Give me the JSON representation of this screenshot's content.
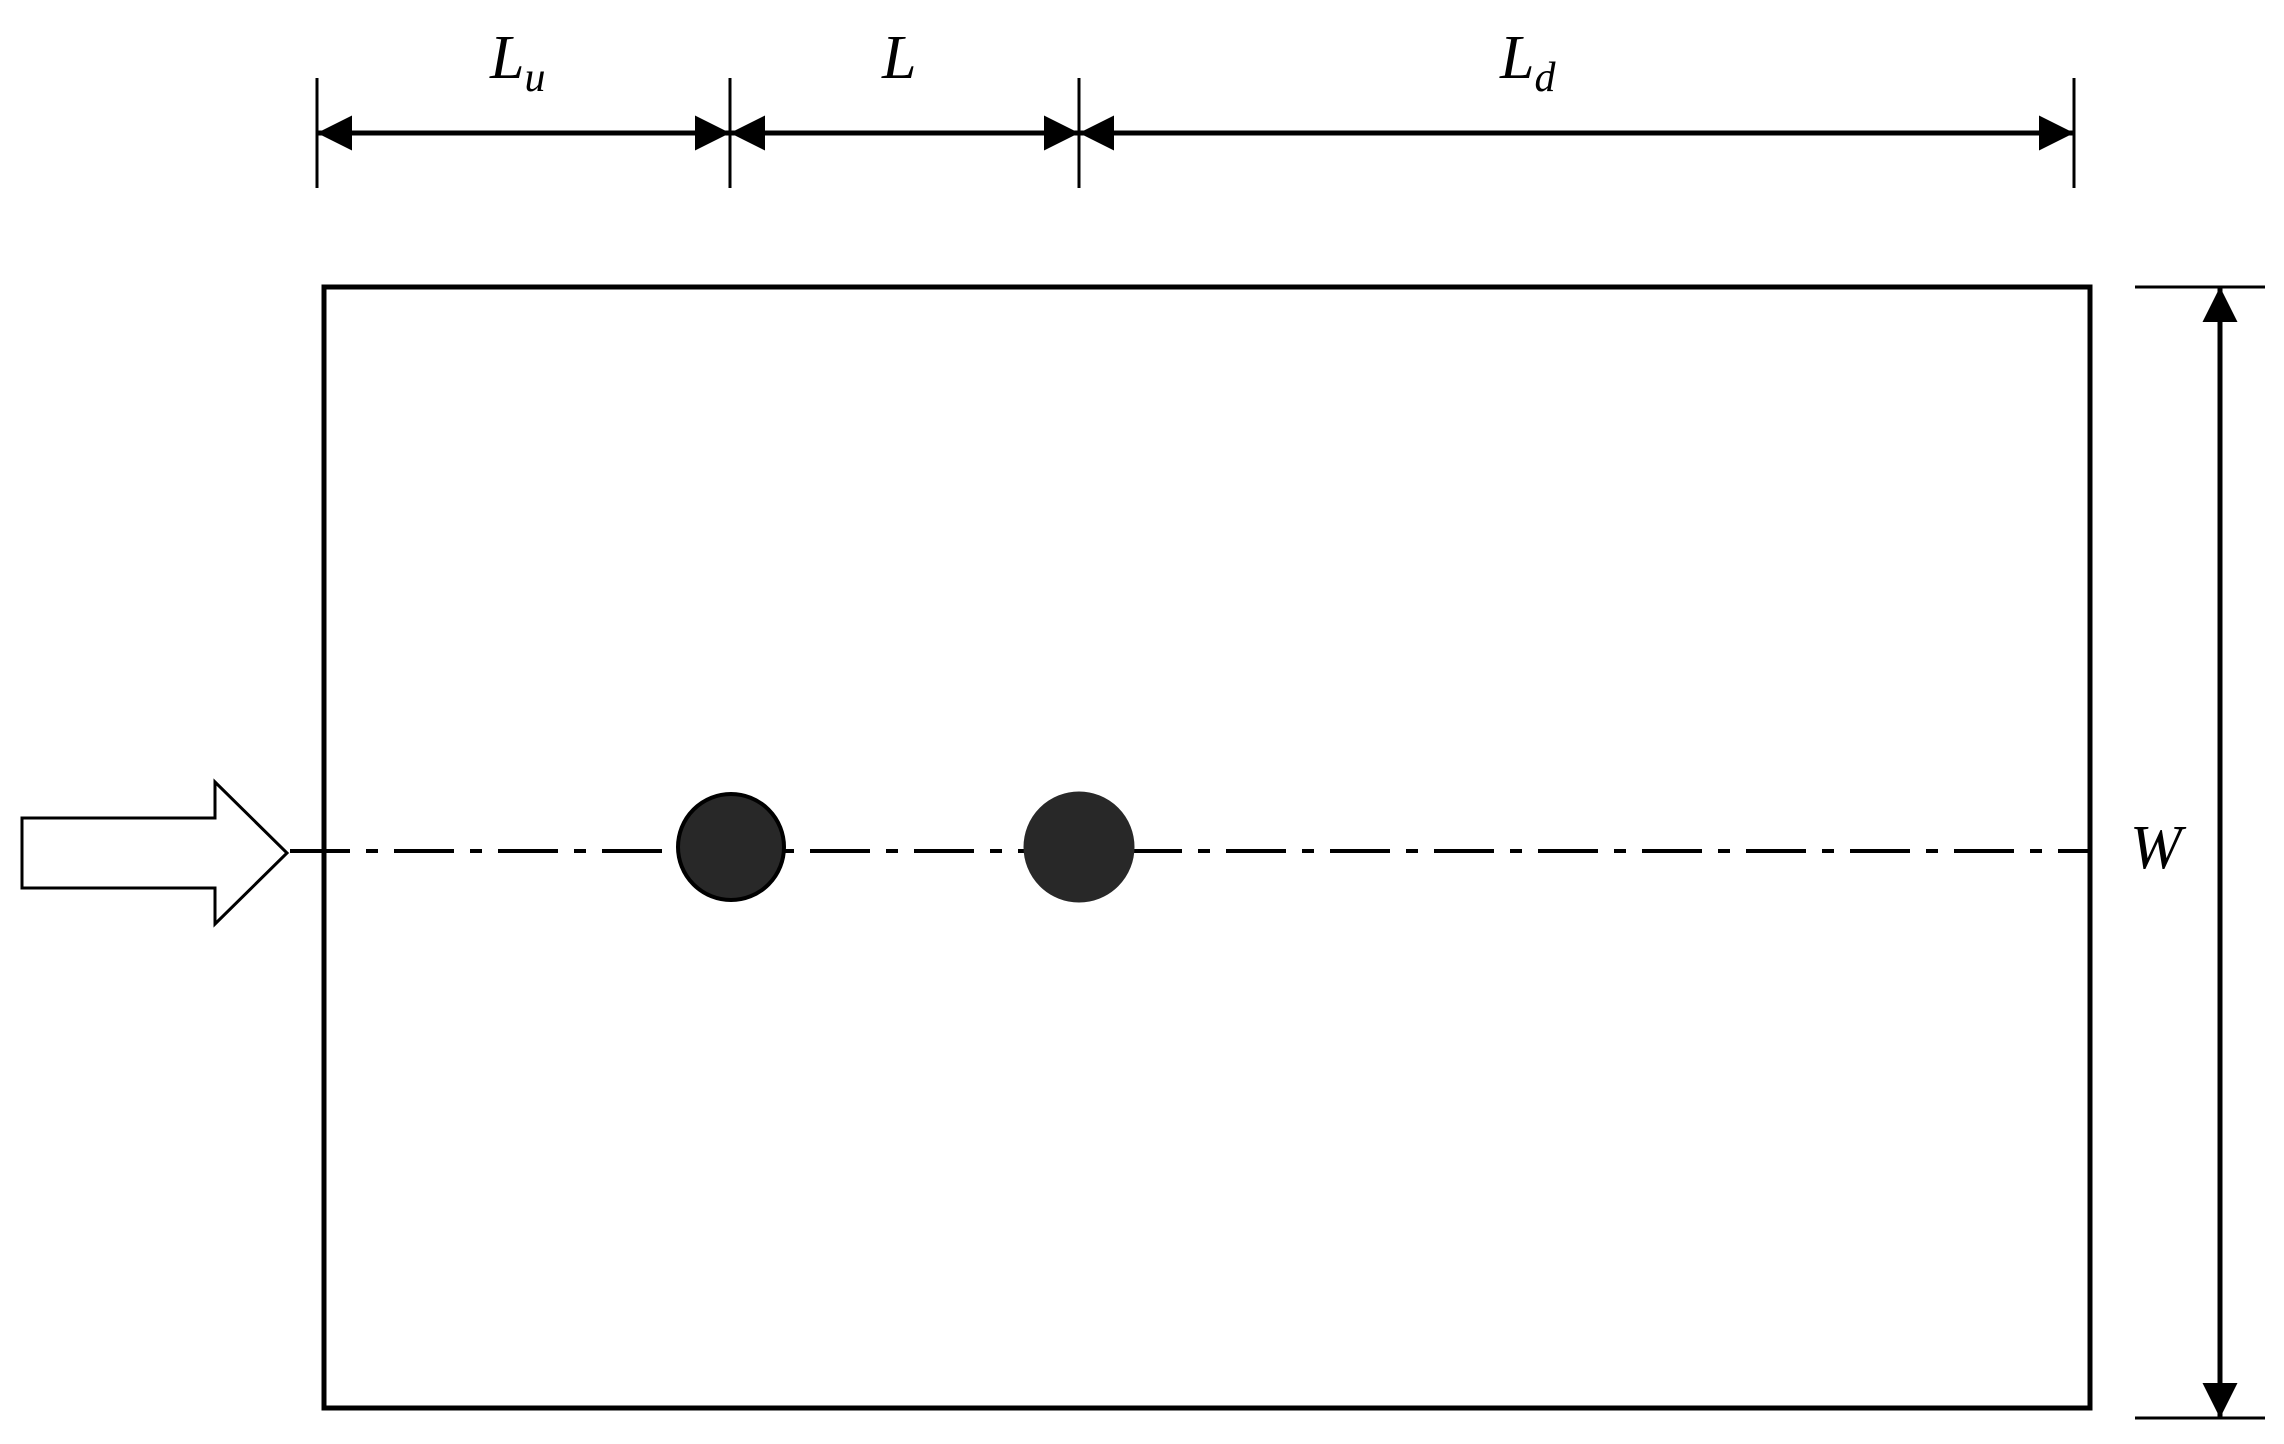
{
  "labels": {
    "upstream_main": "L",
    "upstream_sub": "u",
    "spacing_main": "L",
    "downstream_main": "L",
    "downstream_sub": "d",
    "width_main": "W"
  },
  "colors": {
    "stroke": "#000000",
    "cylinder_fill": "#282828",
    "background": "#ffffff",
    "inflow_arrow_fill": "#ffffff"
  },
  "elements": {
    "cylinder_count": 2,
    "inflow_arrow_icon": "hollow-right-arrow-icon"
  }
}
